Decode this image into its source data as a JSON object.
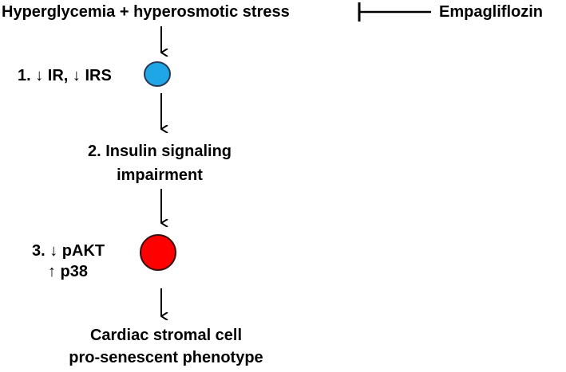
{
  "nodes": {
    "stimulus": "Hyperglycemia + hyperosmotic stress",
    "inhibitor": "Empagliflozin",
    "step1": "1. ↓ IR, ↓ IRS",
    "step2_line1": "2. Insulin signaling",
    "step2_line2": "impairment",
    "step3_line1": "3. ↓ pAKT",
    "step3_line2": "↑ p38",
    "outcome_line1": "Cardiac stromal cell",
    "outcome_line2": "pro-senescent phenotype"
  },
  "colors": {
    "step1_marker": "#1fa6e6",
    "step3_marker": "#ff0000",
    "arrow": "#000000"
  }
}
